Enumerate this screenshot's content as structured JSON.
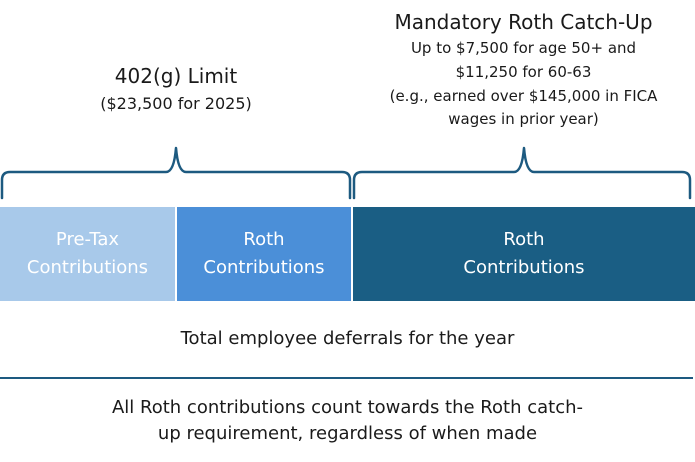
{
  "limit": {
    "title": "402(g) Limit",
    "subtitle": "($23,500 for 2025)"
  },
  "catchup": {
    "title": "Mandatory Roth Catch-Up",
    "lines": [
      "Up to $7,500 for age 50+ and",
      "$11,250 for 60-63",
      "(e.g., earned over $145,000 in FICA",
      "wages in prior year)"
    ]
  },
  "segments": [
    {
      "line1": "Pre-Tax",
      "line2": "Contributions",
      "color": "#a8c9ea"
    },
    {
      "line1": "Roth",
      "line2": "Contributions",
      "color": "#4b8fd8"
    },
    {
      "line1": "Roth",
      "line2": "Contributions",
      "color": "#1a5e84"
    }
  ],
  "brace_color": "#1d5a80",
  "total_label": "Total employee deferrals for the year",
  "note": {
    "line1": "All Roth contributions count towards the Roth catch-",
    "line2": "up requirement, regardless of when made"
  }
}
